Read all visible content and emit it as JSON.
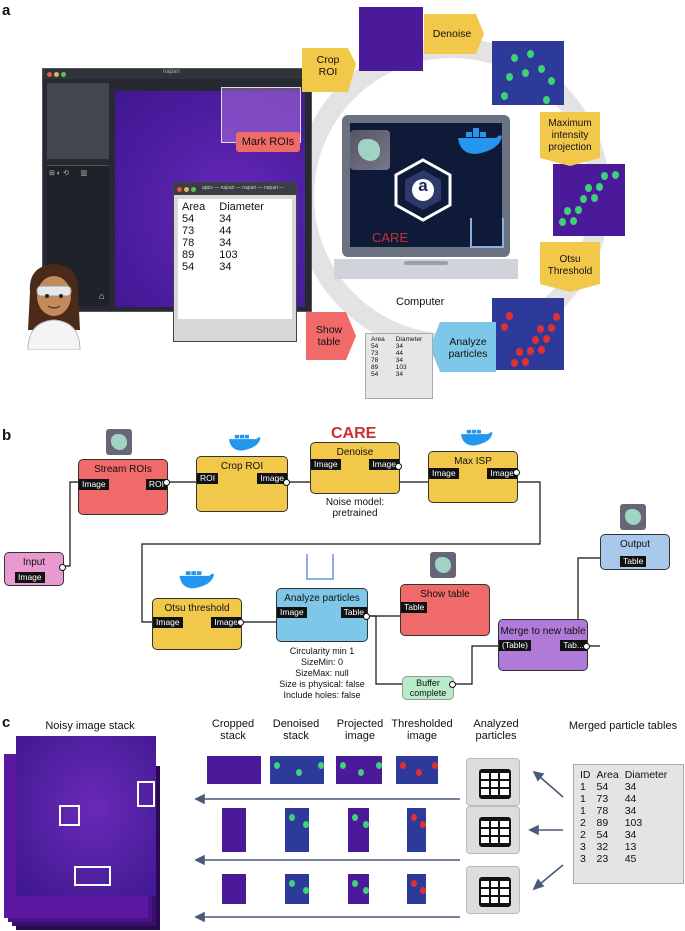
{
  "panel_labels": {
    "a": "a",
    "b": "b",
    "c": "c"
  },
  "panel_a": {
    "steps": {
      "crop_roi": "Crop\nROI",
      "denoise": "Denoise",
      "max_proj": "Maximum\nintensity\nprojection",
      "otsu": "Otsu\nThreshold",
      "analyze": "Analyze\nparticles",
      "show_table": "Show\ntable",
      "mark_rois": "Mark ROIs"
    },
    "computer_label": "Computer",
    "care_label": "CARE",
    "app_icon_letter": "a",
    "napari_title": "napari",
    "table_window_title": "apps — napari — napari — napari —",
    "table_headers": [
      "Area",
      "Diameter"
    ],
    "table_rows": [
      [
        "54",
        "34"
      ],
      [
        "73",
        "44"
      ],
      [
        "78",
        "34"
      ],
      [
        "89",
        "103"
      ],
      [
        "54",
        "34"
      ]
    ],
    "small_table_headers": [
      "Area",
      "Diameter"
    ],
    "small_table_rows": [
      [
        "54",
        "34"
      ],
      [
        "73",
        "44"
      ],
      [
        "78",
        "34"
      ],
      [
        "89",
        "103"
      ],
      [
        "54",
        "34"
      ]
    ]
  },
  "panel_b": {
    "care_title": "CARE",
    "nodes": {
      "stream_rois": {
        "title": "Stream ROIs",
        "in": "Image",
        "out": "ROI"
      },
      "crop_roi": {
        "title": "Crop ROI",
        "in": "ROI",
        "out": "Image"
      },
      "denoise": {
        "title": "Denoise",
        "in": "Image",
        "out": "Image"
      },
      "max_isp": {
        "title": "Max ISP",
        "in": "Image",
        "out": "Image"
      },
      "input": {
        "title": "Input",
        "out": "Image"
      },
      "otsu": {
        "title": "Otsu threshold",
        "in": "Image",
        "out": "Image"
      },
      "analyze": {
        "title": "Analyze particles",
        "in": "Image",
        "out": "Table"
      },
      "show_table": {
        "title": "Show table",
        "in": "Table"
      },
      "merge": {
        "title": "Merge to new table",
        "in": "(Table)",
        "out": "Tab..."
      },
      "output": {
        "title": "Output",
        "in": "Table"
      },
      "buffer": {
        "title": "Buffer\ncomplete"
      }
    },
    "noise_note": "Noise model:\npretrained",
    "analyze_params": [
      "Circularity min 1",
      "SizeMin: 0",
      "SizeMax: null",
      "Size is physical: false",
      "Include holes: false"
    ]
  },
  "panel_c": {
    "noisy_title": "Noisy image stack",
    "col_headers": [
      "Cropped\nstack",
      "Denoised\nstack",
      "Projected\nimage",
      "Thresholded\nimage",
      "Analyzed\nparticles"
    ],
    "merged_title": "Merged particle tables",
    "merged_headers": [
      "ID",
      "Area",
      "Diameter"
    ],
    "merged_rows": [
      [
        "1",
        "54",
        "34"
      ],
      [
        "1",
        "73",
        "44"
      ],
      [
        "1",
        "78",
        "34"
      ],
      [
        "2",
        "89",
        "103"
      ],
      [
        "2",
        "54",
        "34"
      ],
      [
        "3",
        "32",
        "13"
      ],
      [
        "3",
        "23",
        "45"
      ]
    ]
  },
  "colors": {
    "purple_img": "#4a1a9a",
    "blue_img": "#2d3a9a",
    "green_spot": "#3fd07a",
    "red_spot": "#e03030",
    "yellow_node": "#f2c84b",
    "red_node": "#f06a6a",
    "blue_node": "#7fc7e8",
    "pink_node": "#e89ad0",
    "violet_node": "#b07ad8",
    "lightblue_node": "#a8c8ec",
    "green_node": "#b8ecc8"
  }
}
